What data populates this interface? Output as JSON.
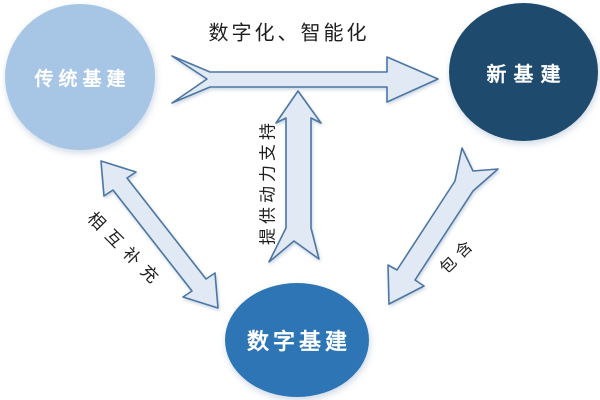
{
  "diagram": {
    "background": "#ffffff",
    "nodes": [
      {
        "label": "传统基建",
        "color": "#a7c5e5",
        "text_color": "#ffffff",
        "position": "top-left"
      },
      {
        "label": "新基建",
        "color": "#1e4a6e",
        "text_color": "#ffffff",
        "position": "top-right"
      },
      {
        "label": "数字基建",
        "color": "#2e75b6",
        "text_color": "#ffffff",
        "position": "bottom-center"
      }
    ],
    "arrows": {
      "fill": "#e1e9f4",
      "stroke": "#4d76a4",
      "label_color": "#1f1f1f",
      "relations": [
        {
          "label": "数字化、智能化",
          "from": "传统基建",
          "to": "新基建",
          "type": "single",
          "direction": "left-to-right"
        },
        {
          "label": "提供动力支持",
          "from": "数字基建",
          "to": "新基建",
          "type": "single",
          "direction": "upward"
        },
        {
          "label": "相互补充",
          "from": "传统基建",
          "to": "数字基建",
          "type": "double",
          "direction": "bidirectional"
        },
        {
          "label": "包含",
          "from": "新基建",
          "to": "数字基建",
          "type": "single",
          "direction": "down-left"
        }
      ]
    }
  }
}
